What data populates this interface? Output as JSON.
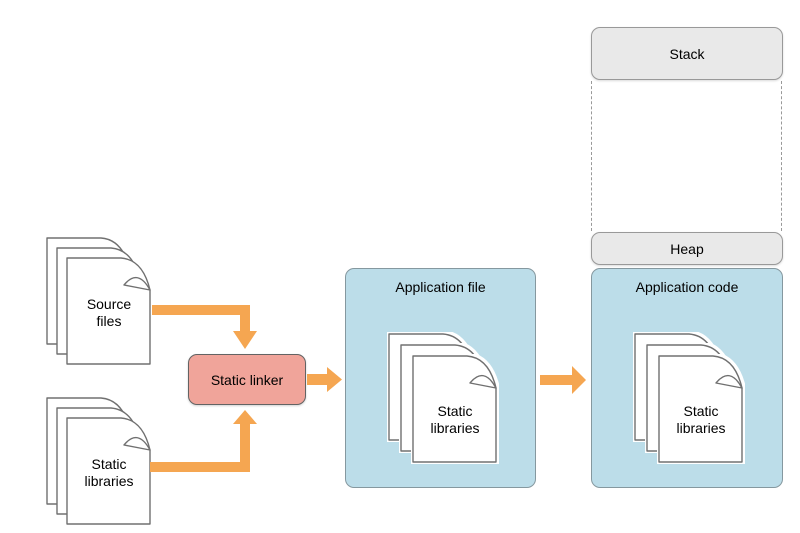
{
  "diagram": {
    "title_hint": "Static linking diagram",
    "source_files": {
      "label": "Source files"
    },
    "static_libraries": {
      "label": "Static libraries"
    },
    "static_linker": {
      "label": "Static linker"
    },
    "application_file": {
      "title": "Application file",
      "doc_label": "Static libraries"
    },
    "application_code": {
      "title": "Application code",
      "doc_label": "Static libraries"
    },
    "stack": {
      "label": "Stack"
    },
    "heap": {
      "label": "Heap"
    }
  },
  "colors": {
    "background": "#FFFFFF",
    "arrow_orange": "#F5A651",
    "linker_fill": "#F0A49A",
    "linker_border": "#636363",
    "blue_box_fill": "#BCDDE9",
    "blue_box_border": "#85989F",
    "gray_box_fill": "#E9E9E9",
    "gray_box_border": "#999999",
    "document_stroke": "#707070",
    "dashed_line": "#999999",
    "text": "#000000"
  }
}
